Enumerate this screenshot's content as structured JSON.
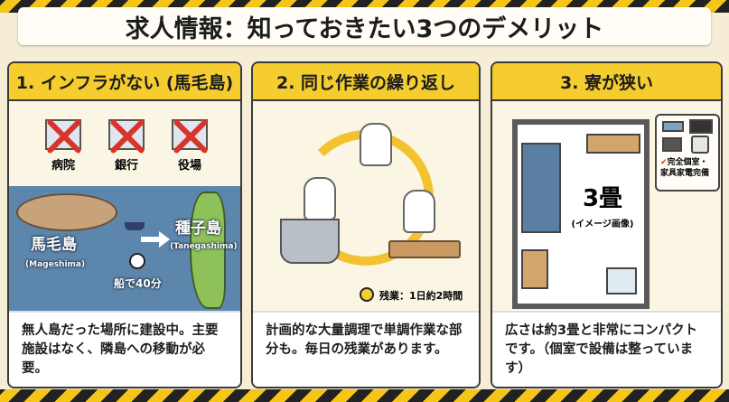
{
  "title": "求人情報：知っておきたい3つのデメリット",
  "panels": [
    {
      "heading": "1. インフラがない (馬毛島)",
      "facilities": [
        "病院",
        "銀行",
        "役場"
      ],
      "island_from": "馬毛島",
      "island_from_en": "(Mageshima)",
      "island_to": "種子島",
      "island_to_en": "(Tanegashima)",
      "travel": "船で40分",
      "body": "無人島だった場所に建設中。主要施設はなく、隣島への移動が必要。"
    },
    {
      "heading": "2. 同じ作業の繰り返し",
      "overtime": "残業：1日約2時間",
      "body": "計画的な大量調理で単調作業な部分も。毎日の残業があります。"
    },
    {
      "heading": "3. 寮が狭い",
      "room_size": "3畳",
      "room_note": "(イメージ画像)",
      "callout": "完全個室・家具家電完備",
      "body": "広さは約3畳と非常にコンパクトです。（個室で設備は整っています）"
    }
  ]
}
